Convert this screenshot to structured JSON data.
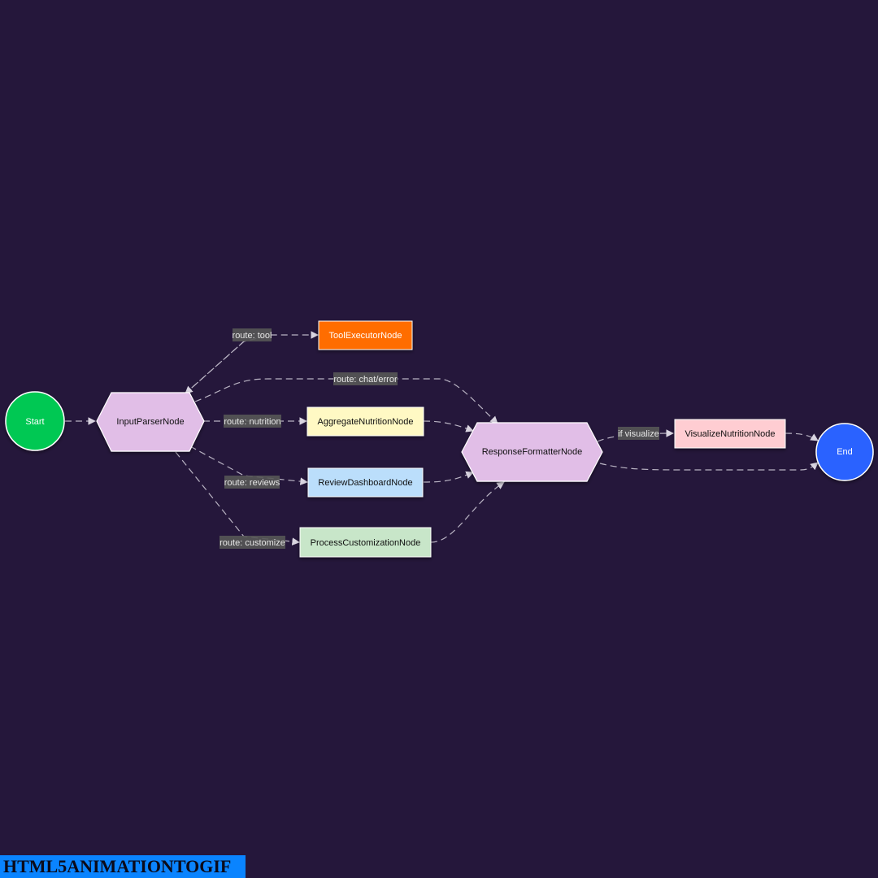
{
  "diagram": {
    "nodes": {
      "start": "Start",
      "input_parser": "InputParserNode",
      "tool_executor": "ToolExecutorNode",
      "aggregate_nutrition": "AggregateNutritionNode",
      "review_dashboard": "ReviewDashboardNode",
      "process_customization": "ProcessCustomizationNode",
      "response_formatter": "ResponseFormatterNode",
      "visualize_nutrition": "VisualizeNutritionNode",
      "end": "End"
    },
    "edge_labels": {
      "route_tool": "route: tool",
      "route_chat_error": "route: chat/error",
      "route_nutrition": "route: nutrition",
      "route_reviews": "route: reviews",
      "route_customize": "route: customize",
      "if_visualize": "if visualize"
    },
    "colors": {
      "background": "#25173b",
      "start": "#00c853",
      "end": "#2962ff",
      "hexagon": "#e1bee7",
      "tool_executor": "#ff6d00",
      "aggregate_nutrition": "#fff9c4",
      "review_dashboard": "#bbdefb",
      "process_customization": "#c8e6c9",
      "visualize_nutrition": "#ffcdd2",
      "edge": "#b9b3c3"
    }
  },
  "watermark": {
    "text": "HTML5ANIMATIONTOGIF"
  }
}
